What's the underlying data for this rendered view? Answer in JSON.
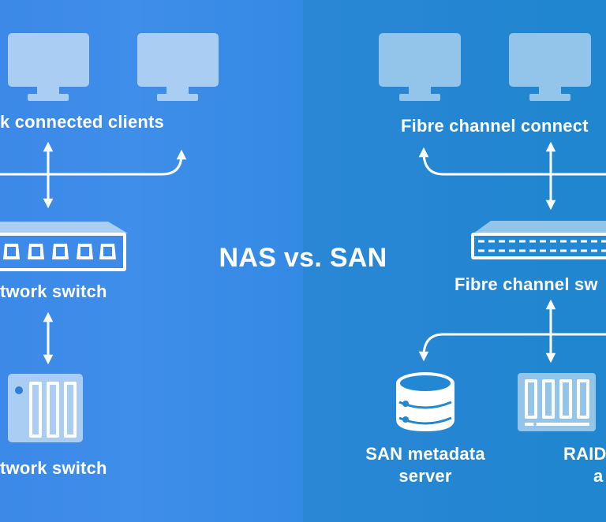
{
  "title": "NAS vs. SAN",
  "nas": {
    "clients_label": "k connected clients",
    "switch_label": "twork switch",
    "storage_label": "twork switch"
  },
  "san": {
    "clients_label": "Fibre channel connect",
    "switch_label": "Fibre channel sw",
    "metadata_label_line1": "SAN metadata",
    "metadata_label_line2": "server",
    "raid_label_line1": "RAID",
    "raid_label_line2": "a"
  },
  "colors": {
    "left_bg": "#3c89e8",
    "right_bg": "#1f86cf",
    "device_fill": "#a9cdf3",
    "line": "#ffffff"
  },
  "icons": [
    "monitor-icon",
    "network-switch-icon",
    "nas-storage-icon",
    "fibre-switch-icon",
    "database-server-icon",
    "raid-array-icon",
    "arrow-icon"
  ]
}
